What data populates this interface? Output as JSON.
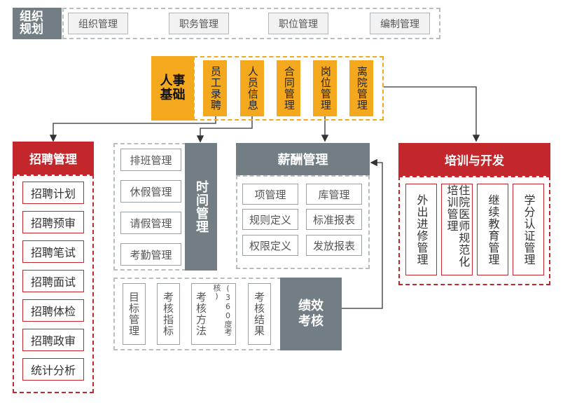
{
  "top": {
    "label": "组织规划",
    "items": [
      "组织管理",
      "职务管理",
      "职位管理",
      "编制管理"
    ]
  },
  "hr_basics": {
    "label": "人事基础",
    "items": [
      "员工录聘",
      "人员信息",
      "合同管理",
      "岗位管理",
      "离院管理"
    ]
  },
  "recruitment": {
    "title": "招聘管理",
    "items": [
      "招聘计划",
      "招聘预审",
      "招聘笔试",
      "招聘面试",
      "招聘体检",
      "招聘政审",
      "统计分析"
    ]
  },
  "time": {
    "label": "时间管理",
    "items": [
      "排班管理",
      "休假管理",
      "请假管理",
      "考勤管理"
    ]
  },
  "salary": {
    "title": "薪酬管理",
    "items": [
      "项管理",
      "库管理",
      "规则定义",
      "标准报表",
      "权限定义",
      "发放报表"
    ]
  },
  "performance": {
    "label": "绩效考核",
    "items": [
      "目标管理",
      "考核指标",
      "考核方法",
      "(360度考核)",
      "考核结果"
    ]
  },
  "training": {
    "title": "培训与开发",
    "items": [
      "外出进修管理",
      "住院医师规范化培训管理",
      "继续教育管理",
      "学分认证管理"
    ]
  },
  "colors": {
    "gray": "#737d84",
    "red": "#c3272b",
    "orange": "#f3a81d"
  }
}
